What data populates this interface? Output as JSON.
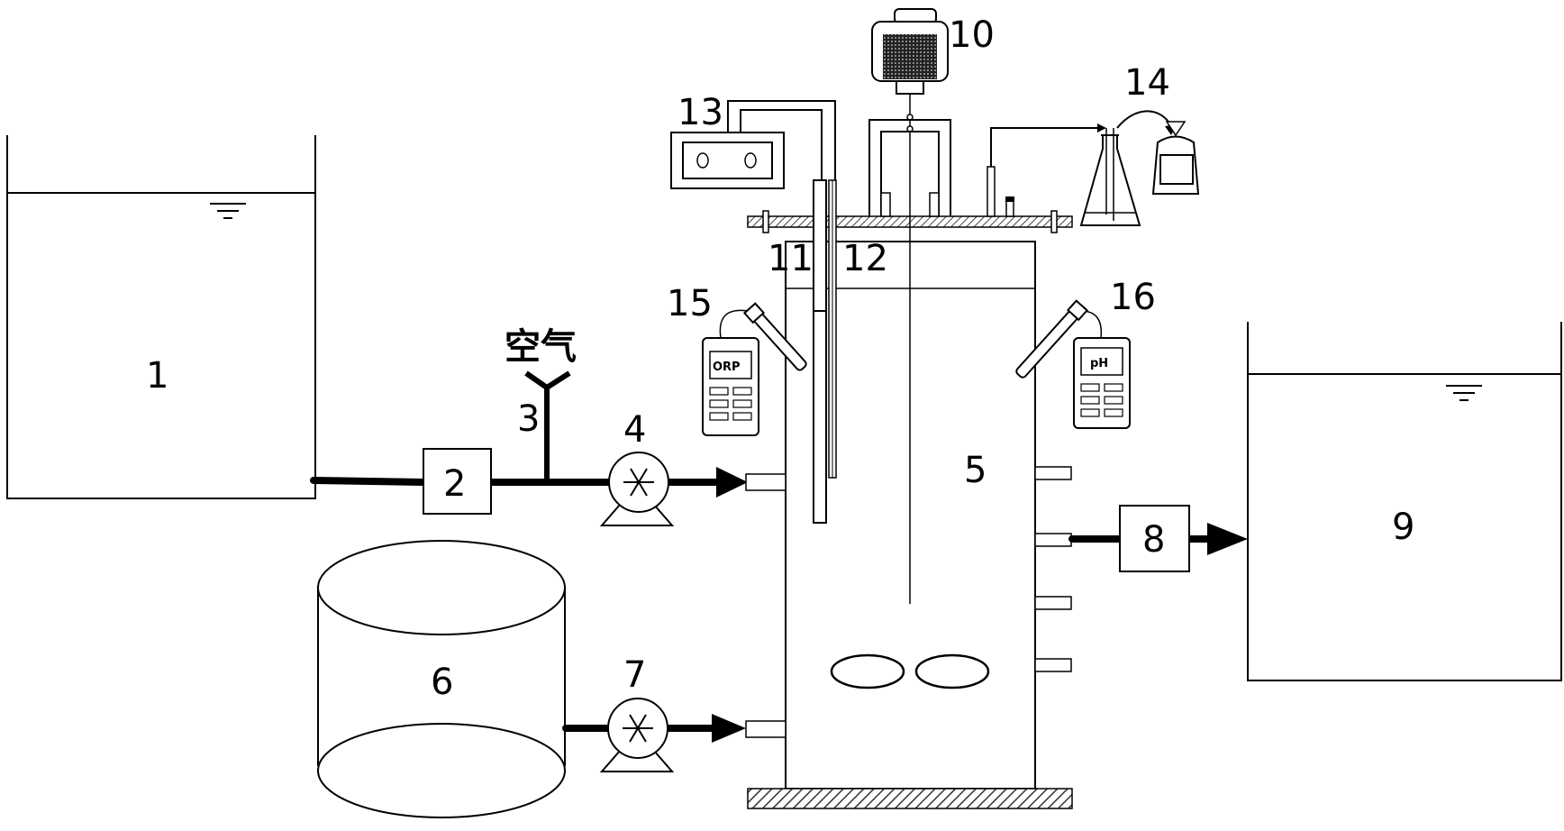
{
  "labels": {
    "n1": "1",
    "n2": "2",
    "n3": "3",
    "n4": "4",
    "n5": "5",
    "n6": "6",
    "n7": "7",
    "n8": "8",
    "n9": "9",
    "n10": "10",
    "n11": "11",
    "n12": "12",
    "n13": "13",
    "n14": "14",
    "n15": "15",
    "n16": "16",
    "air": "空气"
  },
  "meters": {
    "orp": "ORP",
    "ph": "pH"
  }
}
